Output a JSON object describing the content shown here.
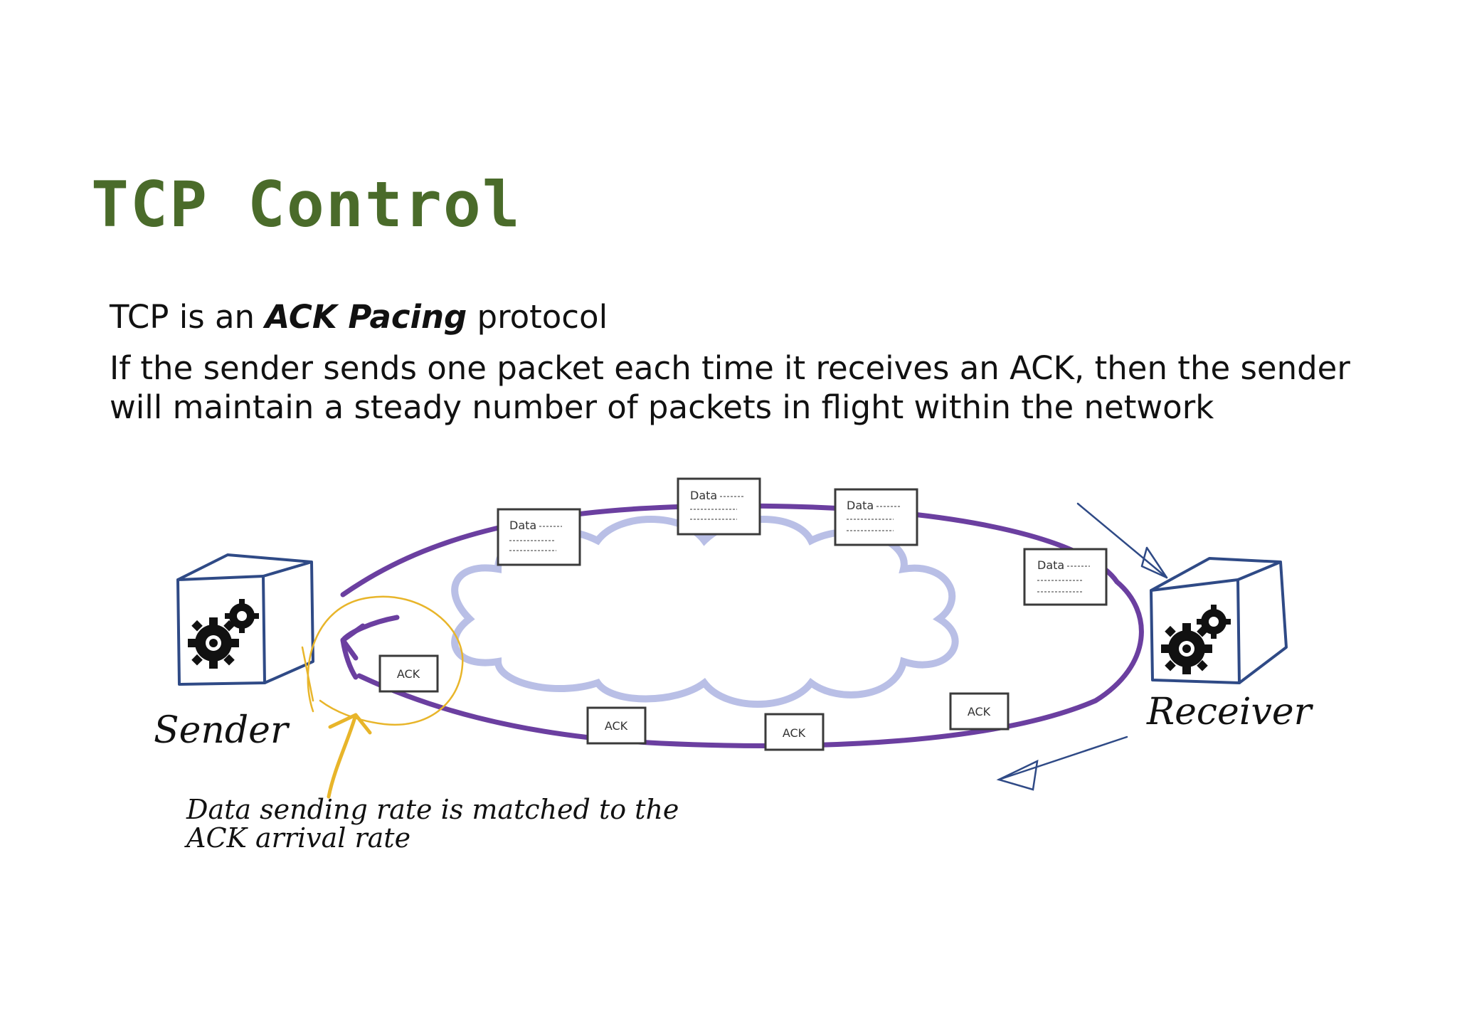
{
  "title": "TCP Control",
  "body": {
    "line1_prefix": "TCP is an ",
    "line1_emphasis": "ACK Pacing",
    "line1_suffix": " protocol",
    "line2": "If the sender sends one packet each time it receives an ACK, then the sender will maintain a steady number of packets in flight within the network"
  },
  "diagram": {
    "sender_label": "Sender",
    "receiver_label": "Receiver",
    "data_packet_label": "Data",
    "ack_label": "ACK",
    "annotation": "Data sending rate is matched to the ACK arrival rate",
    "colors": {
      "loop": "#6b3fa0",
      "cloud": "#b9bfe6",
      "highlight": "#e8b52a",
      "box_outline": "#2f4a86",
      "title": "#4a6b2a"
    }
  }
}
